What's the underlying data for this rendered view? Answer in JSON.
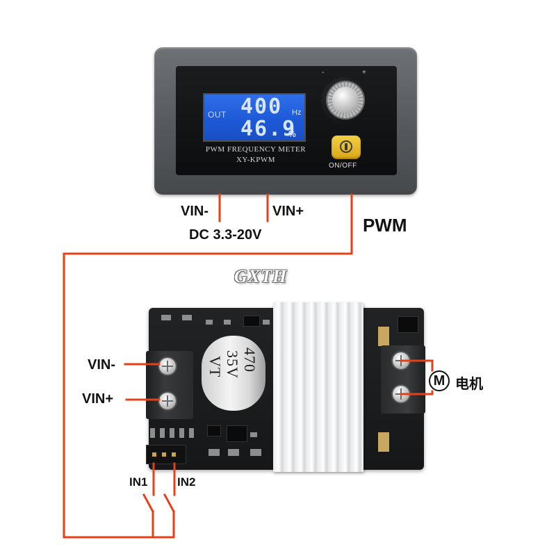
{
  "meter": {
    "lcd": {
      "out_label": "OUT",
      "frequency_value": "400",
      "frequency_unit": "Hz",
      "duty_value": "46.9",
      "duty_unit": "%"
    },
    "caption_line1": "PWM FREQUENCY METER",
    "caption_line2": "XY-KPWM",
    "knob_minus": "-",
    "knob_plus": "+",
    "button_label": "ON/OFF"
  },
  "labels": {
    "vin_minus_top": "VIN-",
    "vin_plus_top": "VIN+",
    "dc_range": "DC 3.3-20V",
    "pwm": "PWM",
    "vin_minus_board": "VIN-",
    "vin_plus_board": "VIN+",
    "in1": "IN1",
    "in2": "IN2",
    "motor_symbol": "M",
    "motor_label": "电机"
  },
  "capacitor": {
    "line1": "470",
    "line2": "35V",
    "line3": "VT"
  },
  "watermark": "GXTH",
  "colors": {
    "wire": "#e5401a",
    "lcd": "#2663e0",
    "button": "#e8b92a"
  }
}
